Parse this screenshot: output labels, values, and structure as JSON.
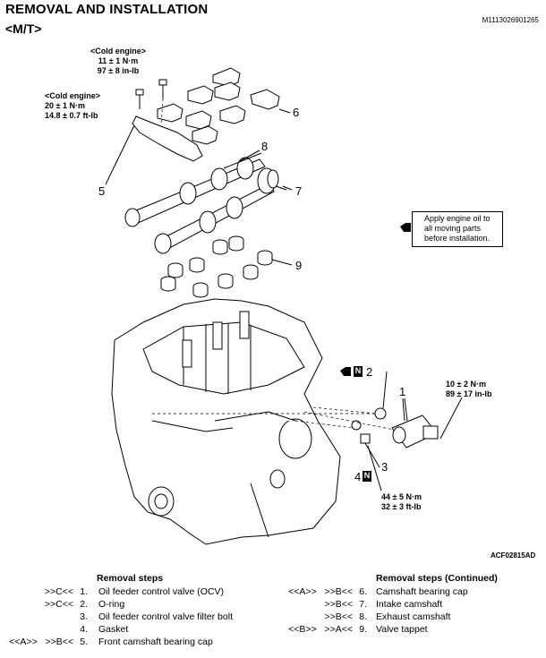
{
  "header": {
    "title": "REMOVAL AND INSTALLATION",
    "subtitle": "<M/T>",
    "doc_id": "M1113026901265"
  },
  "torques": {
    "cam_cap_top": [
      "<Cold engine>",
      "11 ± 1 N·m",
      "97 ± 8 in-lb"
    ],
    "cam_cap_front": [
      "<Cold engine>",
      "20 ± 1 N·m",
      "14.8 ± 0.7 ft-lb"
    ],
    "ocv_bolt": [
      "10 ± 2 N·m",
      "89 ± 17 in-lb"
    ],
    "filter_bolt": [
      "44 ± 5 N·m",
      "32 ± 3 ft-lb"
    ]
  },
  "callouts": {
    "c1": "1",
    "c2": "2",
    "c3": "3",
    "c4": "4",
    "c5": "5",
    "c6": "6",
    "c7": "7",
    "c8": "8",
    "c9": "9",
    "new_symbol": "N"
  },
  "note": {
    "text_lines": [
      "Apply engine oil to",
      "all moving parts",
      "before installation."
    ]
  },
  "figure_id": "ACF02815AD",
  "steps_left": {
    "heading": "Removal steps",
    "items": [
      {
        "mark": ">>C<<",
        "num": "1.",
        "text": "Oil feeder control valve (OCV)"
      },
      {
        "mark": ">>C<<",
        "num": "2.",
        "text": "O-ring"
      },
      {
        "mark": "",
        "num": "3.",
        "text": "Oil feeder control valve filter bolt"
      },
      {
        "mark": "",
        "num": "4.",
        "text": "Gasket"
      },
      {
        "mark": "<<A>>   >>B<<",
        "num": "5.",
        "text": "Front camshaft bearing cap"
      }
    ]
  },
  "steps_right": {
    "heading": "Removal steps (Continued)",
    "items": [
      {
        "mark": "<<A>>   >>B<<",
        "num": "6.",
        "text": "Camshaft bearing cap"
      },
      {
        "mark": ">>B<<",
        "num": "7.",
        "text": "Intake camshaft"
      },
      {
        "mark": ">>B<<",
        "num": "8.",
        "text": "Exhaust camshaft"
      },
      {
        "mark": "<<B>>   >>A<<",
        "num": "9.",
        "text": "Valve tappet"
      }
    ]
  }
}
